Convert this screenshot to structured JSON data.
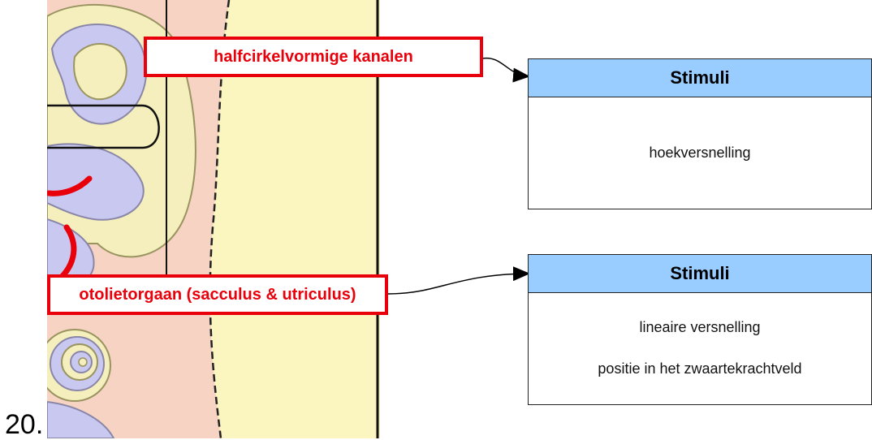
{
  "slide_number": "20.",
  "labels": {
    "semicircular_canals": "halfcirkelvormige kanalen",
    "otolith_organ": "otolietorgaan (sacculus & utriculus)"
  },
  "stimuli_boxes": [
    {
      "header": "Stimuli",
      "lines": [
        "hoekversnelling"
      ]
    },
    {
      "header": "Stimuli",
      "lines": [
        "lineaire versnelling",
        "positie in het zwaartekrachtveld"
      ]
    }
  ],
  "colors": {
    "label_red": "#e8000b",
    "header_blue": "#99ccff",
    "tissue_pink": "#f6d3c2",
    "bone_cream": "#fbf5c0",
    "fluid_lavender": "#c8c8f0"
  }
}
